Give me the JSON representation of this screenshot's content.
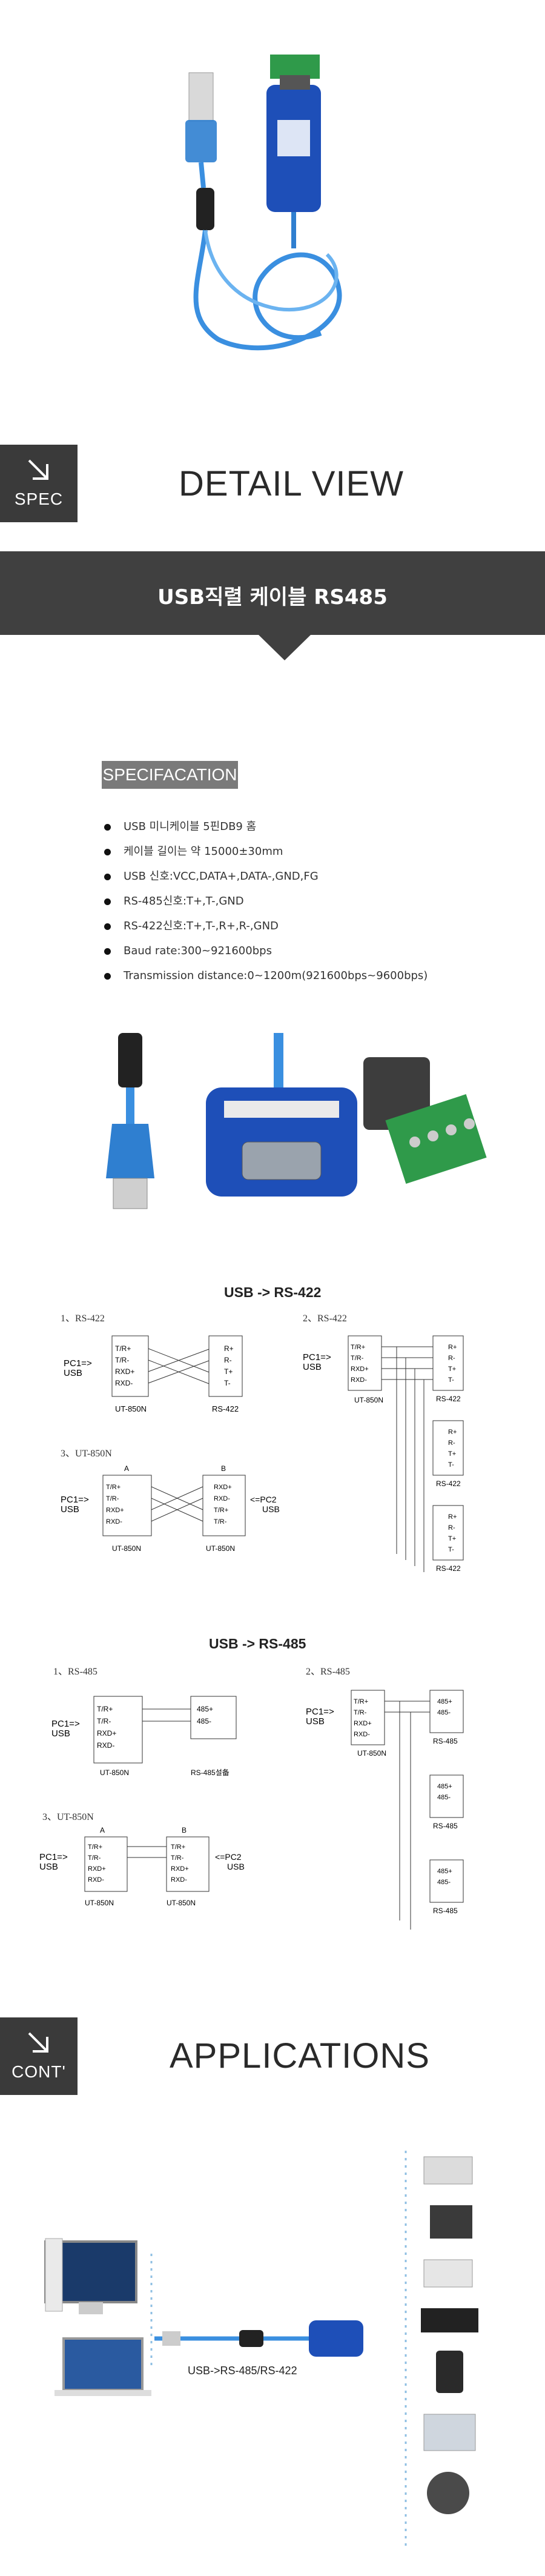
{
  "sections": {
    "spec": {
      "badge": "SPEC",
      "title": "DETAIL VIEW"
    },
    "apps": {
      "badge": "CONT'",
      "title": "APPLICATIONS"
    }
  },
  "banner": {
    "title": "USB직렬 케이블 RS485"
  },
  "specification": {
    "tag": "SPECIFACATION",
    "items": [
      "USB 미니케이블 5핀DB9 홈",
      "케이블 길이는 약 15000±30mm",
      "USB 신호:VCC,DATA+,DATA-,GND,FG",
      "RS-485신호:T+,T-,GND",
      "RS-422신호:T+,T-,R+,R-,GND",
      "Baud rate:300~921600bps",
      "Transmission distance:0~1200m(921600bps~9600bps)"
    ]
  },
  "diagram_422": {
    "title": "USB -> RS-422",
    "panel1": "1、RS-422",
    "panel2": "2、RS-422",
    "panel3": "3、UT-850N",
    "pc": "PC1=>",
    "usb": "USB",
    "pc2": "<=PC2",
    "device": "UT-850N",
    "rs422": "RS-422",
    "pins_left": [
      "T/R+",
      "T/R-",
      "RXD+",
      "RXD-"
    ],
    "pins_right": [
      "R+",
      "R-",
      "T+",
      "T-"
    ],
    "pins_mid": [
      "RXD+",
      "RXD-",
      "T/R+",
      "T/R-"
    ],
    "labels_ab": [
      "A",
      "B"
    ]
  },
  "diagram_485": {
    "title": "USB -> RS-485",
    "panel1": "1、RS-485",
    "panel2": "2、RS-485",
    "panel3": "3、UT-850N",
    "pc": "PC1=>",
    "usb": "USB",
    "pc2": "<=PC2",
    "device": "UT-850N",
    "rs485": "RS-485",
    "rs485_dev": "RS-485설备",
    "pins_left": [
      "T/R+",
      "T/R-",
      "RXD+",
      "RXD-"
    ],
    "pins_right": [
      "485+",
      "485-"
    ],
    "labels_ab": [
      "A",
      "B"
    ]
  },
  "applications": {
    "caption": "USB->RS-485/RS-422"
  },
  "colors": {
    "dark": "#3a3a3a",
    "banner": "#404040",
    "tag": "#7a7a7a",
    "cable_blue": "#2f7fd0",
    "adapter_blue": "#1e4fb8",
    "terminal_green": "#2f9a4a"
  }
}
